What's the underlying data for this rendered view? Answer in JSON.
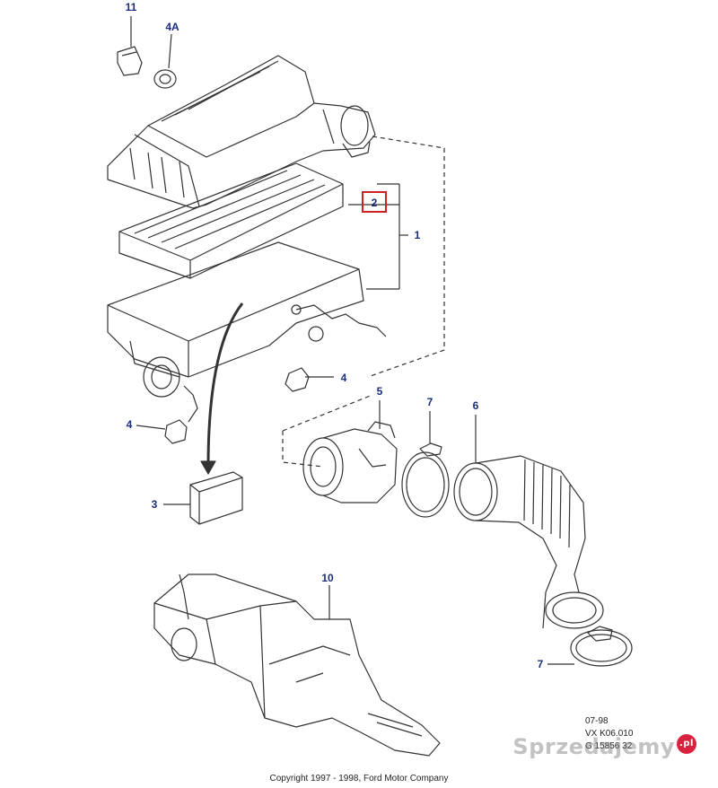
{
  "callouts": {
    "c11": "11",
    "c4a": "4A",
    "c2": "2",
    "c1": "1",
    "c4_right": "4",
    "c4_left": "4",
    "c5": "5",
    "c7_top": "7",
    "c6": "6",
    "c3": "3",
    "c10": "10",
    "c7_bottom": "7"
  },
  "reference": {
    "date": "07-98",
    "code1": "VX K06.010",
    "code2": "G 15856 32"
  },
  "copyright": "Copyright 1997 - 1998, Ford Motor Company",
  "watermark": {
    "text": "Sprzedajemy",
    "badge": ".pl"
  },
  "colors": {
    "callout": "#1a2e7a",
    "highlight_box": "#cc2222",
    "line": "#333333"
  }
}
